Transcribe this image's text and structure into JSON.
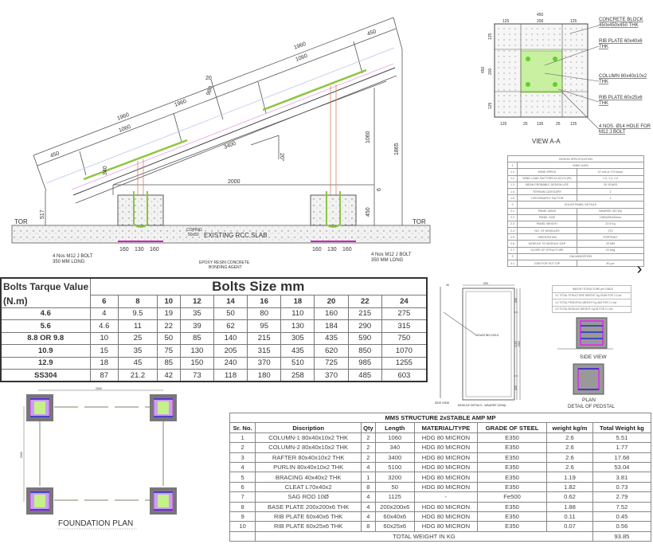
{
  "elevation": {
    "dims": {
      "top_total": "1960",
      "top_sub": "1060",
      "top_end": "450",
      "left_total": "1960",
      "left_sub": "1060",
      "left_end": "450",
      "gap": "20",
      "mid": "980",
      "rafter": "3400",
      "angle": "20°",
      "span": "2000",
      "col_short": "340",
      "col_tall": "1060",
      "height_total": "1865",
      "offset": "6",
      "ped_h": "450",
      "left_h": "517",
      "ped_w": [
        "160",
        "130",
        "160"
      ]
    },
    "tor_left": "TOR",
    "tor_right": "TOR",
    "coping": "COPING",
    "coping_size": "50x50",
    "slab": "EXISTING RCC SLAB",
    "bolt_left": "4 Nos M12 J BOLT",
    "bolt_left2": "350 MM LONG",
    "bolt_right": "4 Nos M12 J BOLT",
    "bolt_right2": "350 MM LONG",
    "epoxy": "EPOXY RESIN CONCRETE",
    "epoxy2": "BONDING AGENT"
  },
  "view_aa": {
    "title": "VIEW A-A",
    "top_total": "450",
    "top_dims": [
      "125",
      "200",
      "125"
    ],
    "bottom_dims": [
      "125",
      "25",
      "130",
      "25",
      "125"
    ],
    "left_total": "450",
    "left_dims": [
      "125",
      "200",
      "125"
    ],
    "callouts": [
      "CONCRETE BLOCK 450x450x450 THK",
      "RIB PLATE 60x40x6 THK",
      "COLUMN 80x40x10x2 THK",
      "RIB PLATE 60x25x6 THK",
      "4 NOS. Ø14 HOLE FOR M12 J BOLT"
    ]
  },
  "design_spec": {
    "title": "DESIGN SPECIFICATION",
    "rows": [
      [
        "1",
        "WIND DATA",
        ""
      ],
      [
        "1.1",
        "WIND SPEED",
        "47 m/s or 170 kmph"
      ],
      [
        "1.2",
        "WIND LOAD FACTORS K1,K2,K3 (IS)",
        "1.0, 1.0, 1.0"
      ],
      [
        "1.3",
        "MEAN PROBABLE DESIGN LIFE",
        "25 YEARS"
      ],
      [
        "1.4",
        "TERRAIN CATEGORY",
        "2"
      ],
      [
        "1.5",
        "TOPOGRAPHY FACTOR",
        "1"
      ],
      [
        "2",
        "SOLAR PANEL DETAILS",
        ""
      ],
      [
        "2.1",
        "PANEL MAKE",
        "WAAREE 320 Wp"
      ],
      [
        "2.2",
        "PANEL SIZE",
        "1960x990x40mm"
      ],
      [
        "2.3",
        "PANEL WEIGHT",
        "22.5 Kg"
      ],
      [
        "2.4",
        "NO. OF MODULES",
        "270"
      ],
      [
        "2.5",
        "ORIENTATION",
        "PORTRAIT"
      ],
      [
        "2.6",
        "MODULE TO MODULE GAP",
        "20 MM"
      ],
      [
        "2.7",
        "SLOPE OF STRUCTURE",
        "20 Deg"
      ],
      [
        "3",
        "GALVANIZATION",
        ""
      ],
      [
        "3.1",
        "GSM FOR HOT DIP",
        "80 µm"
      ]
    ]
  },
  "nav": {
    "next": "›"
  },
  "bolts": {
    "header_line1": "Bolts Tarque Value",
    "header_line2": "(N.m)",
    "size_title": "Bolts Size mm",
    "sizes": [
      "6",
      "8",
      "10",
      "12",
      "14",
      "16",
      "18",
      "20",
      "22",
      "24"
    ],
    "rows": [
      {
        "grade": "4.6",
        "values": [
          "4",
          "9.5",
          "19",
          "35",
          "50",
          "80",
          "110",
          "160",
          "215",
          "275"
        ]
      },
      {
        "grade": "5.6",
        "values": [
          "4.6",
          "11",
          "22",
          "39",
          "62",
          "95",
          "130",
          "184",
          "290",
          "315"
        ]
      },
      {
        "grade": "8.8 OR 9.8",
        "values": [
          "10",
          "25",
          "50",
          "85",
          "140",
          "215",
          "305",
          "435",
          "590",
          "750"
        ]
      },
      {
        "grade": "10.9",
        "values": [
          "15",
          "35",
          "75",
          "130",
          "205",
          "315",
          "435",
          "620",
          "850",
          "1070"
        ]
      },
      {
        "grade": "12.9",
        "values": [
          "18",
          "45",
          "85",
          "150",
          "240",
          "370",
          "510",
          "725",
          "985",
          "1255"
        ]
      },
      {
        "grade": "SS304",
        "values": [
          "87",
          "21.2",
          "42",
          "73",
          "118",
          "180",
          "258",
          "370",
          "485",
          "603"
        ]
      }
    ]
  },
  "module": {
    "caption": "MODULE DETAILS - WAAREE 320Wp",
    "width": "990",
    "height": "1960",
    "segs": [
      "420",
      "1120",
      "420"
    ],
    "hole": "MOUNTING HOLE",
    "side": "SIDE VIEW",
    "thk": "40"
  },
  "pedestal": {
    "table_title": "WEIGHT STRUCTURE per TABLE",
    "rows": [
      "4.1 TOTAL STRUCTURE WEIGHT  Kg  93.85   FOR 2.1 kw",
      "4.2 TOTAL PEDESTAL WEIGHT  Kg  365   FOR 2.1 kw",
      "4.3 TOTAL MODULE WEIGHT  Kg  45   FOR 2.1 kw"
    ],
    "side_view": "SIDE VIEW",
    "plan": "PLAN",
    "detail": "DETAIL OF PEDSTAL"
  },
  "foundation": {
    "title": "FOUNDATION PLAN",
    "width": "2000",
    "height": "2000"
  },
  "mms": {
    "title": "MMS STRUCTURE 2xSTABLE AMP MP",
    "headers": [
      "Sr. No.",
      "Discription",
      "Qty",
      "Length",
      "MATERIAL/TYPE",
      "GRADE OF STEEL",
      "weight kg/m",
      "Total Weight kg"
    ],
    "rows": [
      [
        "1",
        "COLUMN-1 80x40x10x2 THK",
        "2",
        "1060",
        "HDG 80 MICRON",
        "E350",
        "2.6",
        "5.51"
      ],
      [
        "2",
        "COLUMN-2 80x40x10x2 THK",
        "2",
        "340",
        "HDG 80 MICRON",
        "E350",
        "2.6",
        "1.77"
      ],
      [
        "3",
        "RAFTER  80x40x10x2 THK",
        "2",
        "3400",
        "HDG 80 MICRON",
        "E350",
        "2.6",
        "17.68"
      ],
      [
        "4",
        "PURLIN  80x40x10x2 THK",
        "4",
        "5100",
        "HDG 80 MICRON",
        "E350",
        "2.6",
        "53.04"
      ],
      [
        "5",
        "BRACING 40x40x2 THK",
        "1",
        "3200",
        "HDG 80 MICRON",
        "E350",
        "1.19",
        "3.81"
      ],
      [
        "6",
        "CLEAT L70x40x2",
        "8",
        "50",
        "HDG 80 MICRON",
        "E350",
        "1.82",
        "0.73"
      ],
      [
        "7",
        "SAG ROD 10Ø",
        "4",
        "1125",
        "-",
        "Fe500",
        "0.62",
        "2.79"
      ],
      [
        "8",
        "BASE PLATE 200x200x6 THK",
        "4",
        "200x200x6",
        "HDG 80 MICRON",
        "E350",
        "1.88",
        "7.52"
      ],
      [
        "9",
        "RIB PLATE 60x40x6 THK",
        "4",
        "60x40x6",
        "HDG 80 MICRON",
        "E350",
        "0.11",
        "0.45"
      ],
      [
        "10",
        "RIB PLATE 60x25x6 THK",
        "8",
        "60x25x6",
        "HDG 80 MICRON",
        "E350",
        "0.07",
        "0.56"
      ]
    ],
    "total_label": "TOTAL WEIGHT IN KG",
    "total_value": "93.85"
  }
}
